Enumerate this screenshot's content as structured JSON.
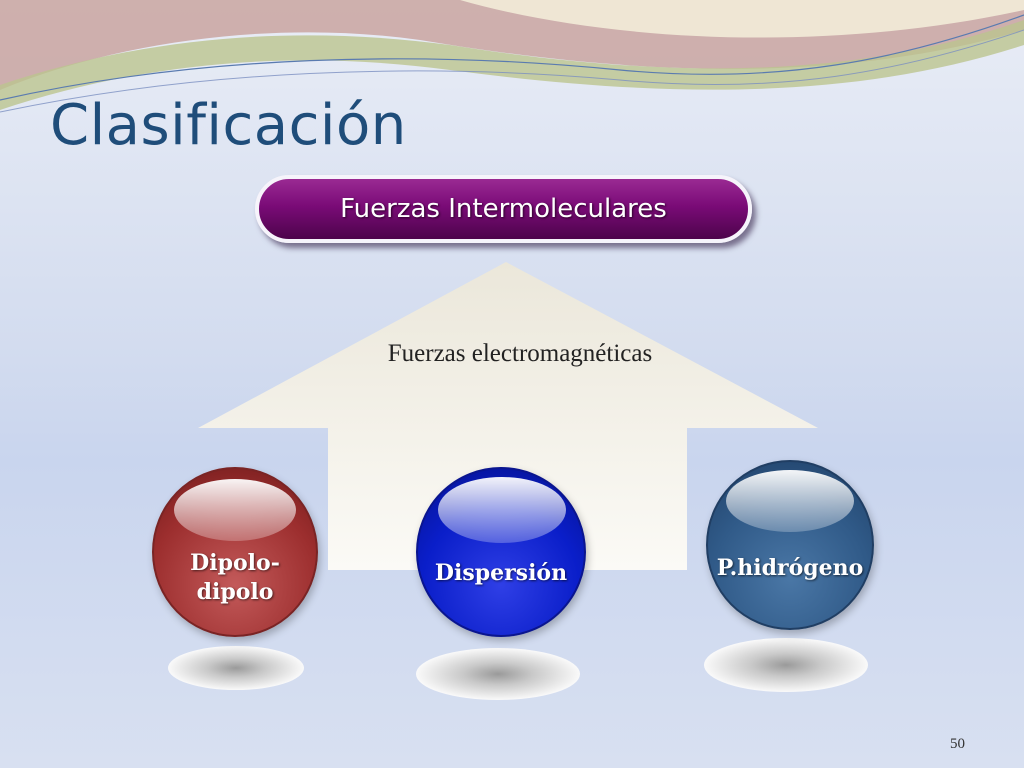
{
  "title": "Clasificación",
  "banner": {
    "label": "Fuerzas Intermoleculares"
  },
  "arrow": {
    "label": "Fuerzas electromagnéticas"
  },
  "spheres": [
    {
      "label": "Dipolo-\ndipolo",
      "color": "#9c2e2e"
    },
    {
      "label": "Dispersión",
      "color": "#0a1ec9"
    },
    {
      "label": "P.hidrógeno",
      "color": "#305a88"
    }
  ],
  "colors": {
    "title": "#1f4d7a",
    "banner": "#7a0b77",
    "arrow": "#f3f1ea"
  },
  "page_number": "50"
}
